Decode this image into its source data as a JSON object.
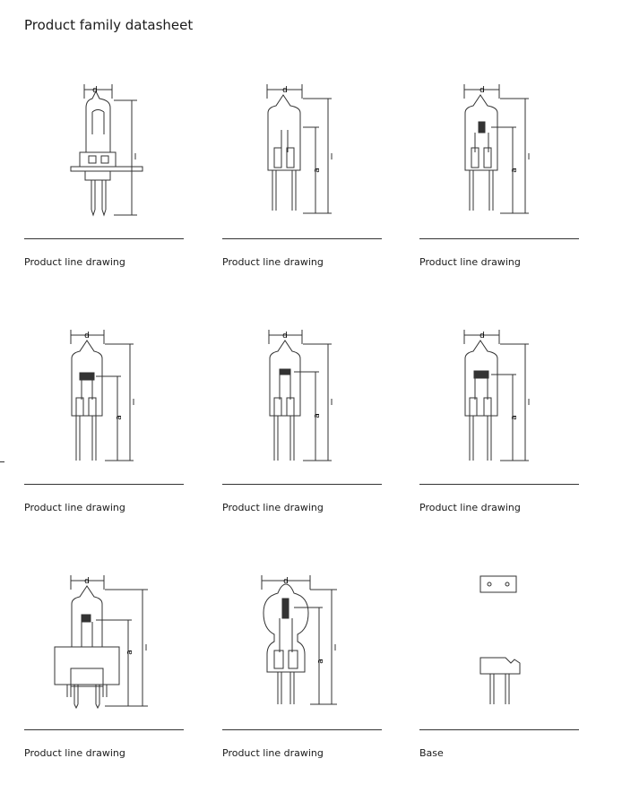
{
  "title": "Product family datasheet",
  "cells": [
    {
      "caption": "Product line drawing",
      "dim_width": "d",
      "dim_height": "l"
    },
    {
      "caption": "Product line drawing",
      "dim_width": "d",
      "dim_height": "l",
      "dim_light": "a"
    },
    {
      "caption": "Product line drawing",
      "dim_width": "d",
      "dim_height": "l",
      "dim_light": "a"
    },
    {
      "caption": "Product line drawing",
      "dim_width": "d",
      "dim_height": "l",
      "dim_light": "a"
    },
    {
      "caption": "Product line drawing",
      "dim_width": "d",
      "dim_height": "l",
      "dim_light": "a"
    },
    {
      "caption": "Product line drawing",
      "dim_width": "d",
      "dim_height": "l",
      "dim_light": "a"
    },
    {
      "caption": "Product line drawing",
      "dim_width": "d",
      "dim_height": "l",
      "dim_light": "a"
    },
    {
      "caption": "Product line drawing",
      "dim_width": "d",
      "dim_height": "l",
      "dim_light": "a"
    },
    {
      "caption": "Base"
    }
  ]
}
